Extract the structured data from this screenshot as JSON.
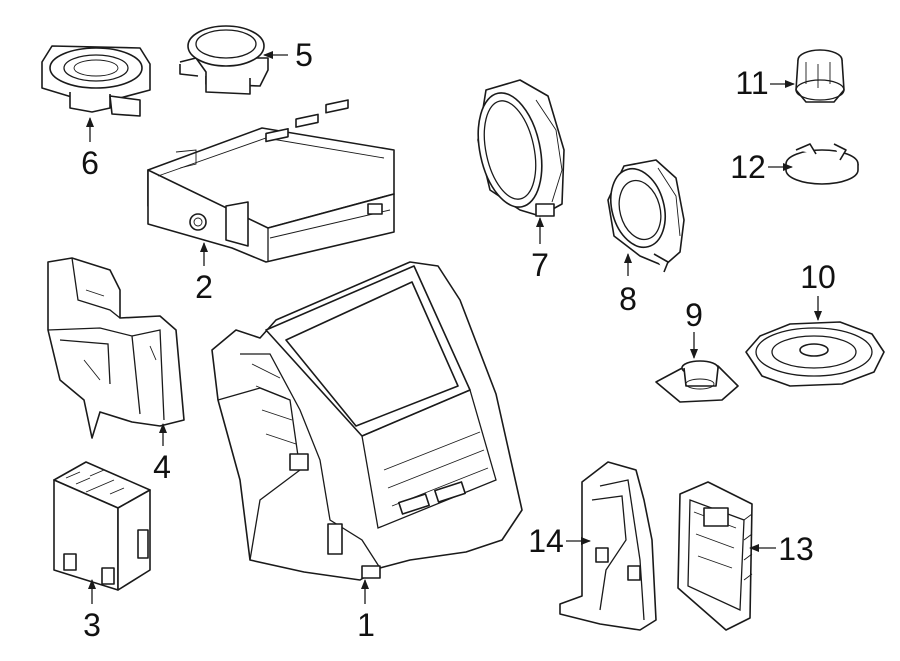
{
  "callouts": {
    "c1": "1",
    "c2": "2",
    "c3": "3",
    "c4": "4",
    "c5": "5",
    "c6": "6",
    "c7": "7",
    "c8": "8",
    "c9": "9",
    "c10": "10",
    "c11": "11",
    "c12": "12",
    "c13": "13",
    "c14": "14"
  },
  "colors": {
    "ink": "#1a1a1a",
    "background": "#ffffff"
  }
}
